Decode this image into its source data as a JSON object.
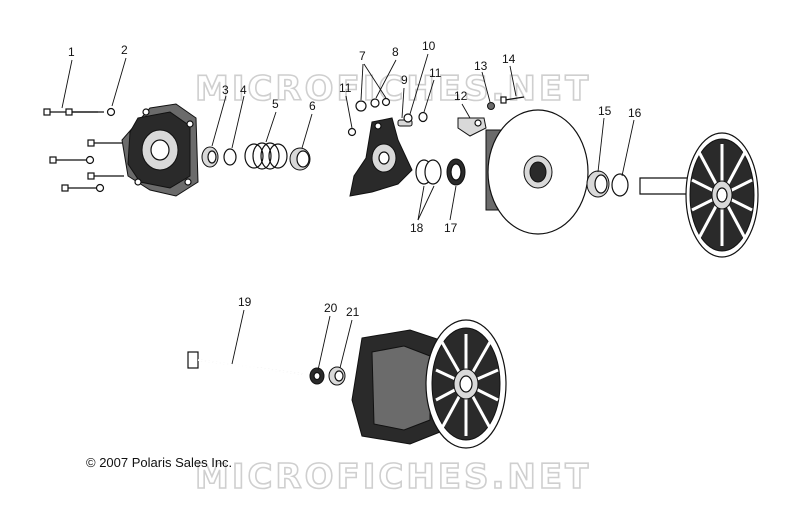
{
  "diagram": {
    "watermark_text": "MICROFICHES.NET",
    "copyright": "© 2007 Polaris Sales Inc.",
    "callouts": [
      "1",
      "2",
      "3",
      "4",
      "5",
      "6",
      "7",
      "8",
      "9",
      "10",
      "11",
      "11",
      "12",
      "13",
      "14",
      "15",
      "16",
      "17",
      "18",
      "19",
      "20",
      "21"
    ]
  }
}
